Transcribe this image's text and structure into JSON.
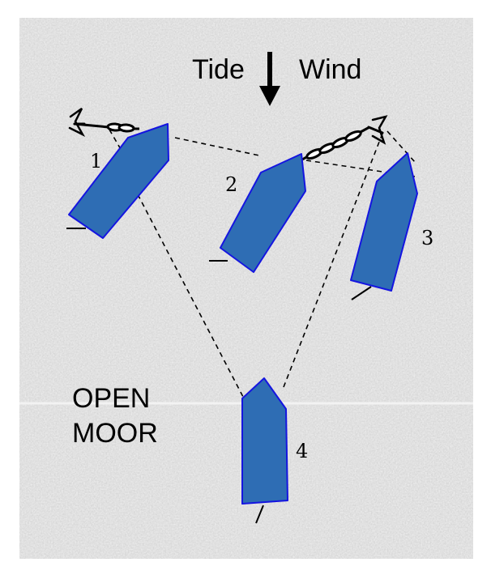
{
  "labels": {
    "tide": "Tide",
    "wind": "Wind",
    "moor_line1": "OPEN",
    "moor_line2": "MOOR"
  },
  "boats": [
    {
      "id": "1",
      "label": "1"
    },
    {
      "id": "2",
      "label": "2"
    },
    {
      "id": "3",
      "label": "3"
    },
    {
      "id": "4",
      "label": "4"
    }
  ],
  "colors": {
    "boat_fill": "#2E6DB4",
    "boat_stroke": "#1515E0",
    "background": "#d9d9d9",
    "line": "#000000"
  }
}
